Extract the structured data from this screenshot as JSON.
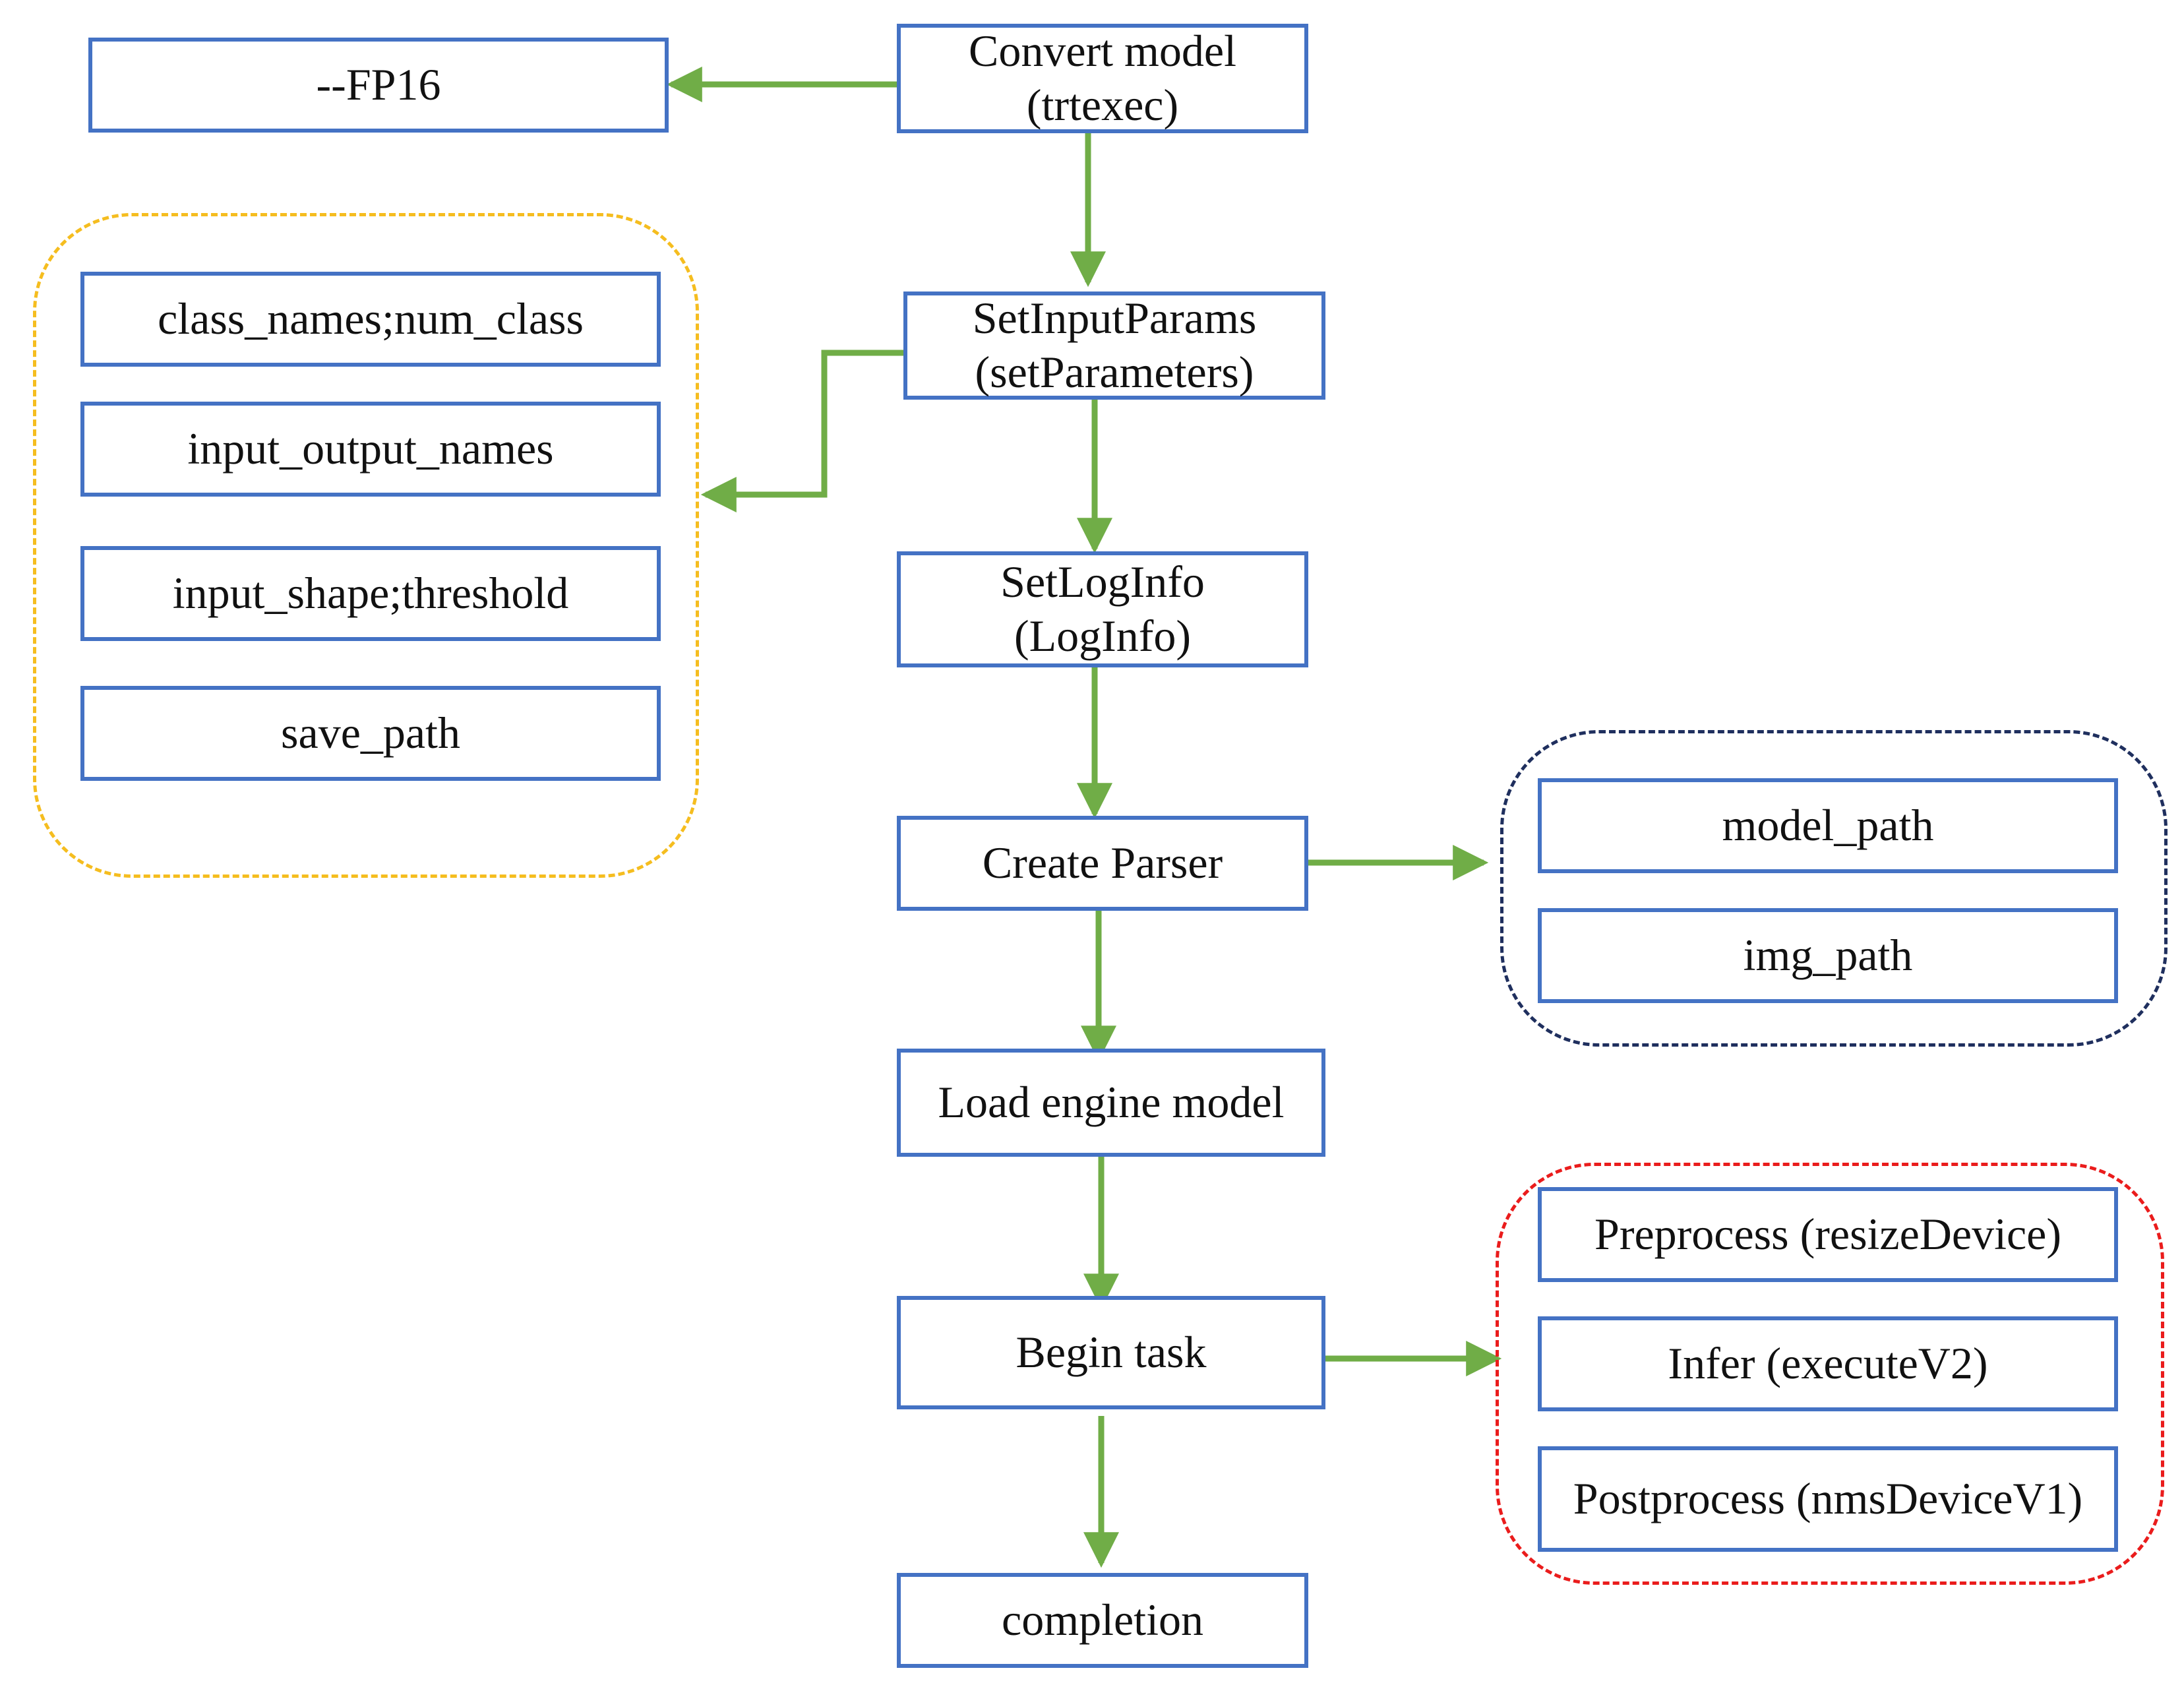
{
  "colors": {
    "box_border": "#4472c4",
    "arrow": "#70ad47",
    "group_params_border": "#f5bd1f",
    "group_paths_border": "#1f2f5e",
    "group_task_border": "#ea1c1c",
    "text": "#111111",
    "background": "#ffffff"
  },
  "nodes": {
    "convert_model": "Convert model\n(trtexec)",
    "fp16": "--FP16",
    "set_input_params": "SetInputParams\n(setParameters)",
    "set_log_info": "SetLogInfo\n(LogInfo)",
    "create_parser": "Create Parser",
    "load_engine_model": "Load engine model",
    "begin_task": "Begin task",
    "completion": "completion"
  },
  "input_params_group": {
    "items": [
      "class_names;num_class",
      "input_output_names",
      "input_shape;threshold",
      "save_path"
    ]
  },
  "parser_group": {
    "items": [
      "model_path",
      "img_path"
    ]
  },
  "task_group": {
    "items": [
      "Preprocess (resizeDevice)",
      "Infer (executeV2)",
      "Postprocess (nmsDeviceV1)"
    ]
  },
  "edges": [
    {
      "from": "convert_model",
      "to": "fp16"
    },
    {
      "from": "convert_model",
      "to": "set_input_params"
    },
    {
      "from": "set_input_params",
      "to": "input_params_group"
    },
    {
      "from": "set_input_params",
      "to": "set_log_info"
    },
    {
      "from": "set_log_info",
      "to": "create_parser"
    },
    {
      "from": "create_parser",
      "to": "parser_group"
    },
    {
      "from": "create_parser",
      "to": "load_engine_model"
    },
    {
      "from": "load_engine_model",
      "to": "begin_task"
    },
    {
      "from": "begin_task",
      "to": "task_group"
    },
    {
      "from": "begin_task",
      "to": "completion"
    }
  ]
}
